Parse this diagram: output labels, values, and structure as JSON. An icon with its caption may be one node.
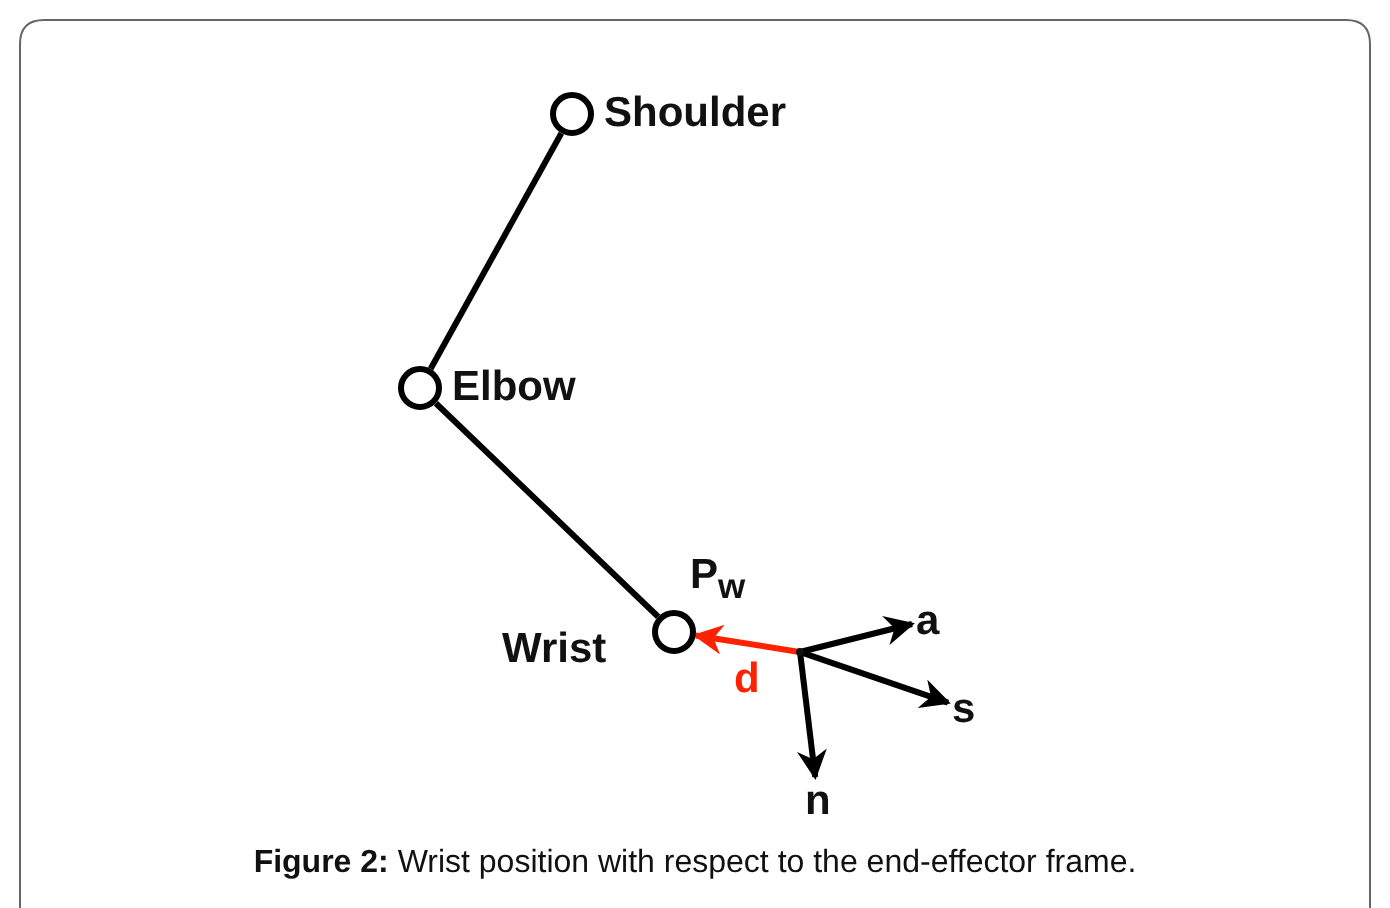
{
  "diagram": {
    "caption": "**Figure 2:** Wrist position with respect to the end-effector frame.",
    "nodes": [
      {
        "text": [],
        "shape": "circle",
        "beside": [
          "Shoulder"
        ]
      },
      {
        "text": [],
        "shape": "circle",
        "beside": [
          "Elbow"
        ]
      },
      {
        "text": [],
        "shape": "circle",
        "beside": [
          "P$_{w}$",
          "Wrist"
        ]
      },
      {
        "text": [],
        "shape": "point"
      },
      {
        "text": [
          "a"
        ]
      },
      {
        "text": [
          "s"
        ]
      },
      {
        "text": [
          "n"
        ]
      }
    ],
    "edges": [
      {
        "from": 0,
        "to": 1,
        "arrow": "none"
      },
      {
        "from": 1,
        "to": 2,
        "arrow": "none"
      },
      {
        "from": 3,
        "to": 2,
        "arrow": "to",
        "label": "d",
        "color": "#ff2200"
      },
      {
        "from": 3,
        "to": 4,
        "arrow": "to"
      },
      {
        "from": 3,
        "to": 5,
        "arrow": "to"
      },
      {
        "from": 3,
        "to": 6,
        "arrow": "to"
      }
    ]
  }
}
